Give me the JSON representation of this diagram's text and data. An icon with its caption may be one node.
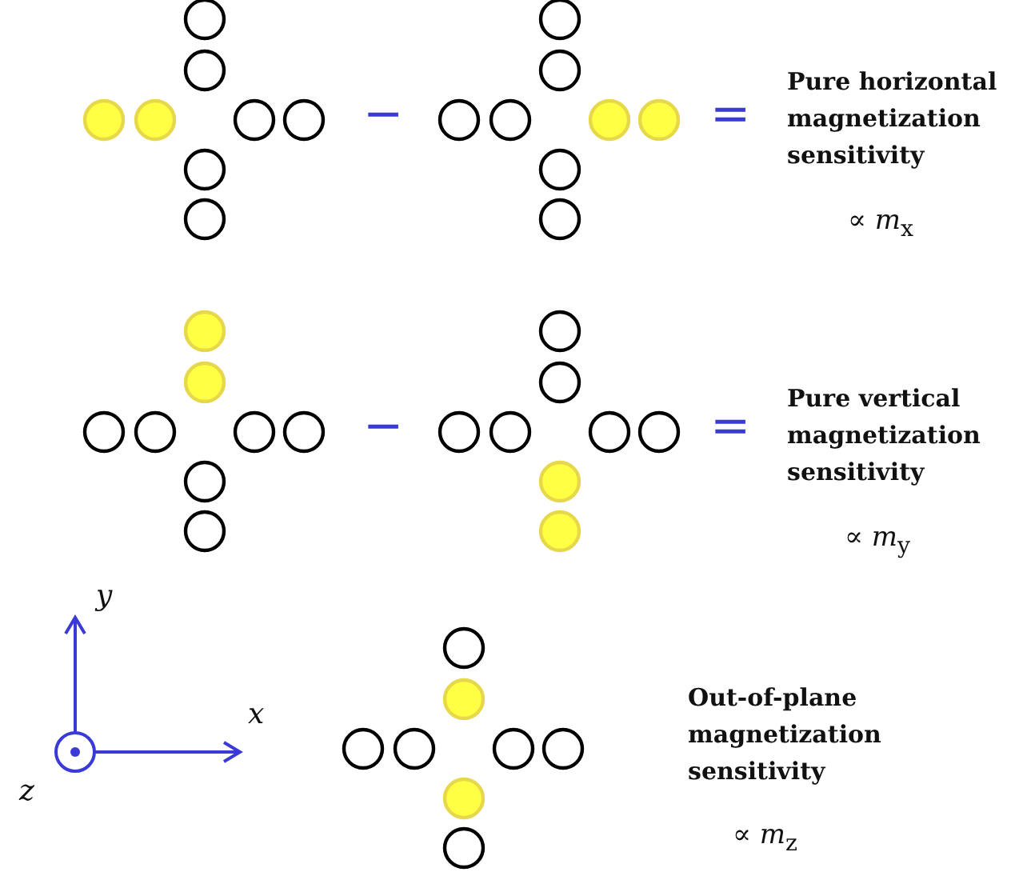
{
  "diagram": {
    "labels": [
      "−",
      "=",
      "Pure horizontal magnetization sensitivity",
      "∝ *m*$_{x}$",
      "−",
      "=",
      "Pure vertical magnetization sensitivity",
      "∝ *m*$_{y}$",
      "y",
      "x",
      "z",
      "Out-of-plane magnetization sensitivity",
      "∝ *m*$_{z}$"
    ]
  }
}
